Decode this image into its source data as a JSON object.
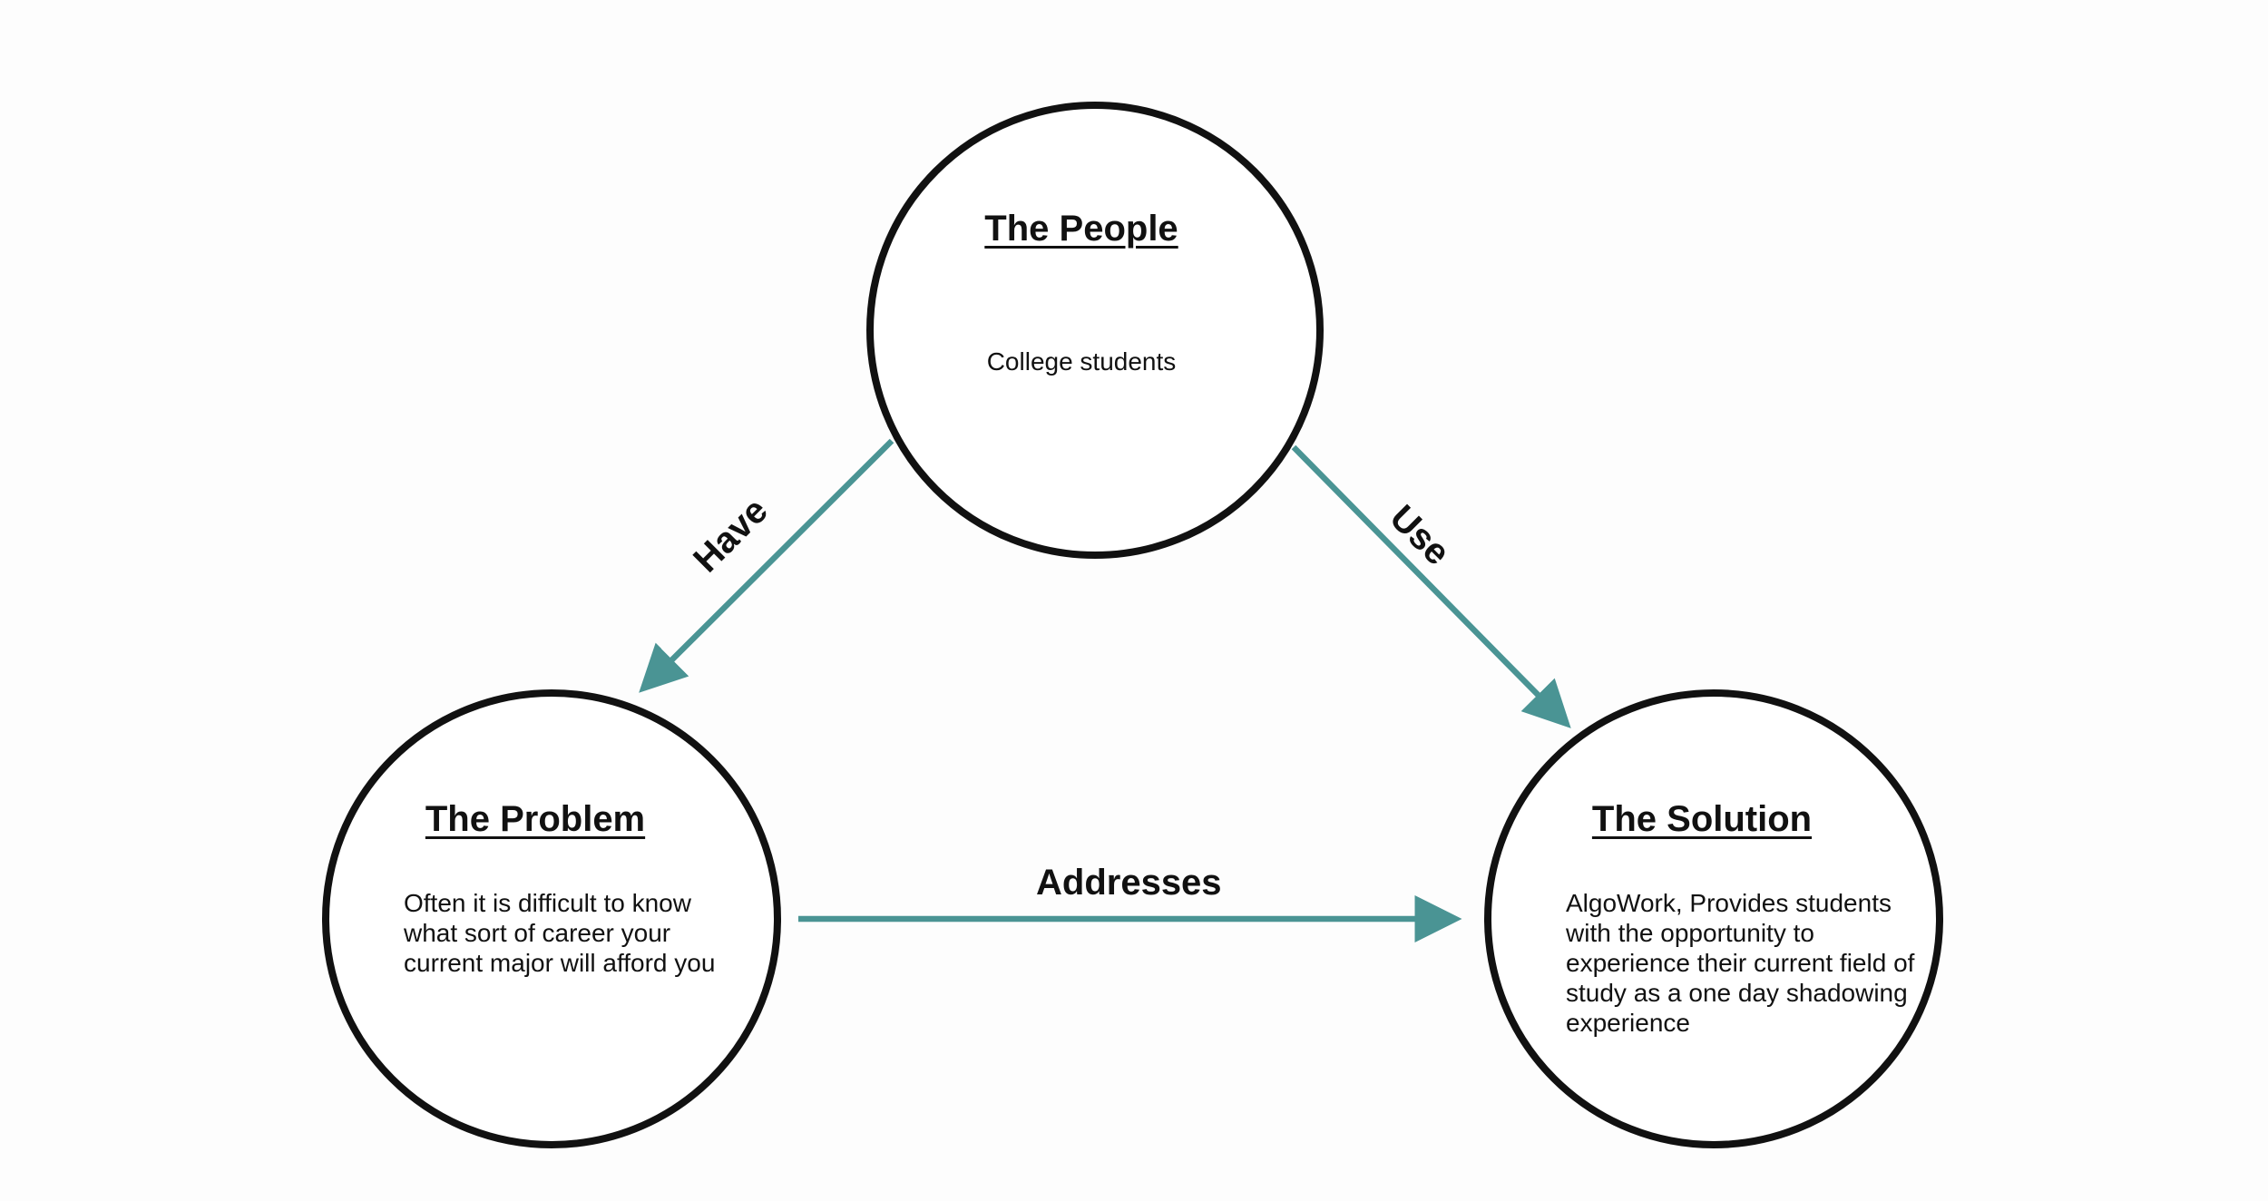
{
  "nodes": {
    "people": {
      "title": "The People",
      "body": "College students"
    },
    "problem": {
      "title": "The Problem",
      "body": "Often it is difficult to know what sort of career your current major will afford you"
    },
    "solution": {
      "title": "The Solution",
      "body": "AlgoWork, Provides students with the opportunity to experience their current field of study as a one day shadowing experience"
    }
  },
  "edges": {
    "have": {
      "label": "Have"
    },
    "use": {
      "label": "Use"
    },
    "addresses": {
      "label": "Addresses"
    }
  },
  "colors": {
    "arrow": "#4a9494",
    "outline": "#111111",
    "background": "#fdfdfd"
  }
}
